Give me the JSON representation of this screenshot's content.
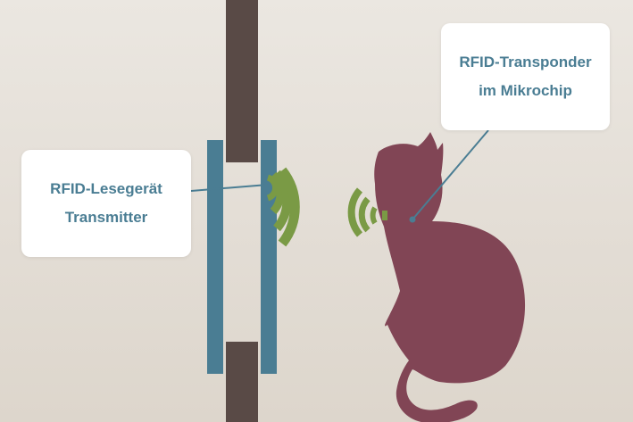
{
  "callouts": {
    "reader": {
      "line1": "RFID-Lesegerät",
      "line2": "Transmitter"
    },
    "transponder": {
      "line1": "RFID-Transponder",
      "line2": "im Mikrochip"
    }
  },
  "colors": {
    "background": "#e6e1da",
    "wall": "#594a46",
    "door_frame": "#4a7d93",
    "signal_waves": "#7a9a45",
    "cat": "#814555",
    "callout_text": "#4a7d93",
    "callout_box": "#ffffff"
  },
  "icons": {
    "cat": "cat-silhouette-icon",
    "waves": "radio-signal-waves-icon",
    "chip": "rfid-chip-icon"
  }
}
